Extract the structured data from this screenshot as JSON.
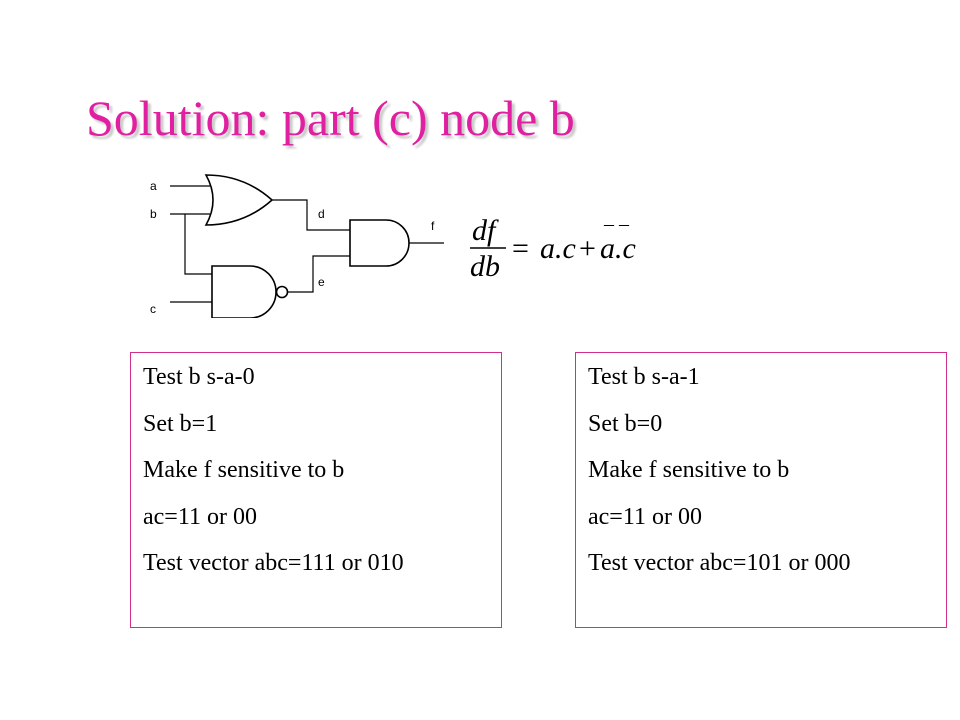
{
  "title": "Solution: part (c) node b",
  "circuit": {
    "inputs": [
      "a",
      "b",
      "c"
    ],
    "nodes": [
      "d",
      "e",
      "f"
    ]
  },
  "formula": {
    "numerator": "df",
    "denominator": "db",
    "equals": "=",
    "term1": "a.c",
    "plus": "+",
    "term2": "a.c",
    "overbar": "– –"
  },
  "test_boxes": [
    {
      "lines": [
        "Test b s-a-0",
        "Set b=1",
        "Make f sensitive to b",
        "ac=11 or 00",
        "Test vector abc=111 or 010"
      ]
    },
    {
      "lines": [
        "Test b s-a-1",
        "Set b=0",
        "Make f sensitive to b",
        "ac=11 or 00",
        "Test vector abc=101 or 000"
      ]
    }
  ],
  "colors": {
    "title": "#e020a0",
    "box_border": "#d0308a",
    "shadow": "#c8c8c8"
  }
}
